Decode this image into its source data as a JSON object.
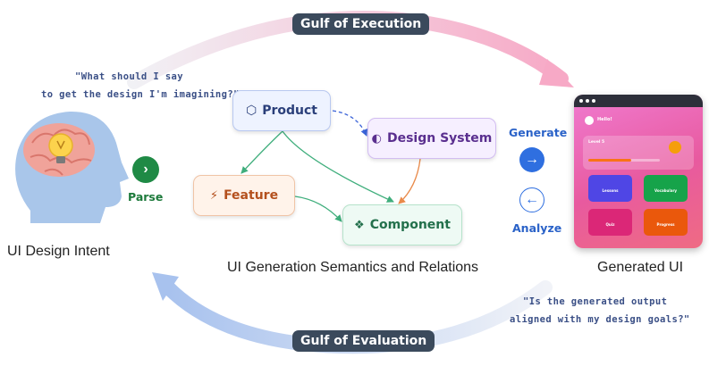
{
  "gulfs": {
    "execution": "Gulf of Execution",
    "evaluation": "Gulf of Evaluation"
  },
  "quotes": {
    "left_line1": "\"What should I say",
    "left_line2": "to get the design I'm imagining?\"",
    "right_line1": "\"Is the generated output",
    "right_line2": "aligned with my design goals?\""
  },
  "intent": {
    "caption": "UI Design Intent",
    "parse_label": "Parse"
  },
  "graph": {
    "caption": "UI Generation Semantics and Relations",
    "nodes": {
      "product": "Product",
      "design_system": "Design System",
      "feature": "Feature",
      "component": "Component"
    }
  },
  "actions": {
    "generate": "Generate",
    "analyze": "Analyze"
  },
  "generated": {
    "caption": "Generated UI",
    "app": {
      "greeting": "Hello!",
      "level": "Level 5",
      "tiles": [
        {
          "label": "Lessons"
        },
        {
          "label": "Vocabulary"
        },
        {
          "label": "Quiz"
        },
        {
          "label": "Progress"
        }
      ]
    }
  },
  "colors": {
    "pill_bg": "#3b4a5c",
    "execution_arc": "#f4a6c7",
    "evaluation_arc": "#a9c3ef",
    "generate_blue": "#2f6fe0",
    "parse_green": "#1f8a45"
  }
}
